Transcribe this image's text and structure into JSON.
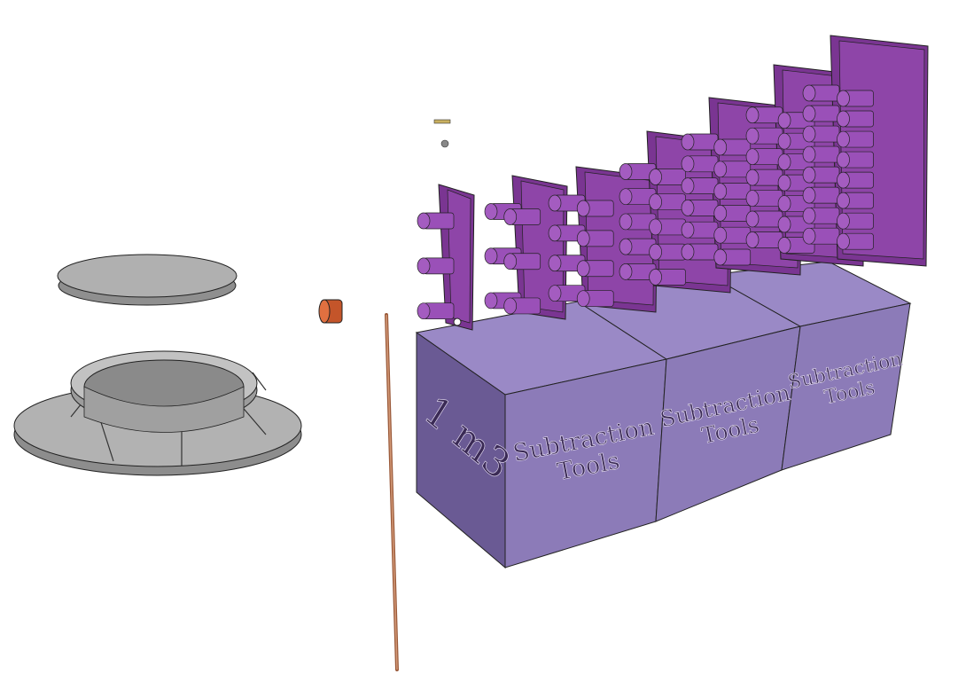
{
  "scene": {
    "cube_side_label": "1 m3",
    "cubes": [
      {
        "line1": "Subtraction",
        "line2": "Tools"
      },
      {
        "line1": "Subtraction",
        "line2": "Tools"
      },
      {
        "line1": "Subtraction",
        "line2": "Tools"
      }
    ],
    "colors": {
      "cube_front": "#8c7bb8",
      "cube_top": "#9a89c6",
      "cube_side": "#6a5a94",
      "plate": "#8e45a8",
      "peg": "#a45cc0",
      "gray_part": "#a8a8a8",
      "orange_bushing": "#d0602e",
      "rod": "#b4785a"
    }
  }
}
